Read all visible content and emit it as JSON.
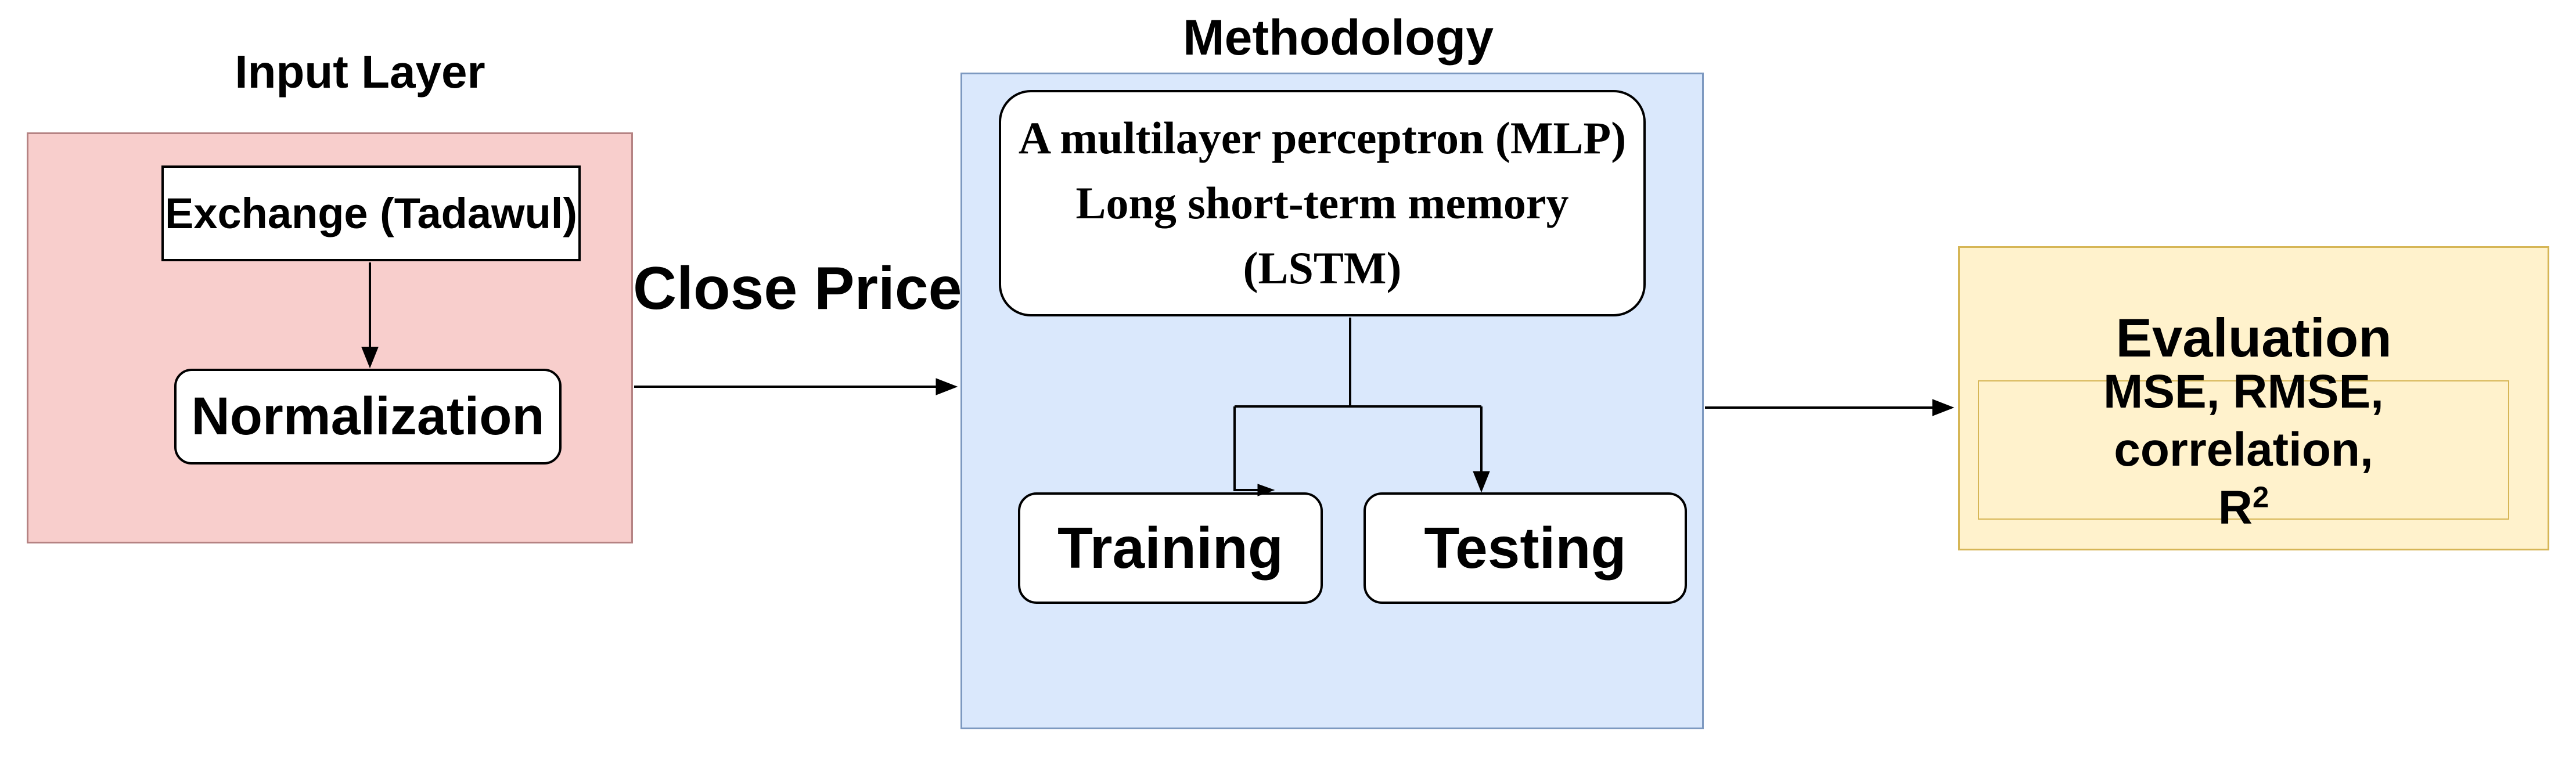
{
  "titles": {
    "input_layer": "Input Layer",
    "methodology": "Methodology"
  },
  "input_section": {
    "exchange_label": "Exchange (Tadawul)",
    "normalization_label": "Normalization"
  },
  "edge_labels": {
    "close_price": "Close Price"
  },
  "methodology_section": {
    "model_lines": [
      "A multilayer perceptron (MLP)",
      "Long short-term memory",
      "(LSTM)"
    ],
    "training_label": "Training",
    "testing_label": "Testing"
  },
  "evaluation_section": {
    "title": "Evaluation",
    "metrics_line": "MSE, RMSE, correlation,",
    "metrics_symbol": "R",
    "metrics_exponent": "2"
  },
  "colors": {
    "background": "#ffffff",
    "text": "#000000",
    "pink-fill": "#f8cecc",
    "pink-stroke": "#b58383",
    "blue-fill": "#dae8fc",
    "blue-stroke": "#7d99c0",
    "yellow-fill": "#fff2cc",
    "yellow-stroke": "#d6b656",
    "node-fill": "#ffffff",
    "node-stroke": "#000000",
    "connector": "#000000"
  }
}
